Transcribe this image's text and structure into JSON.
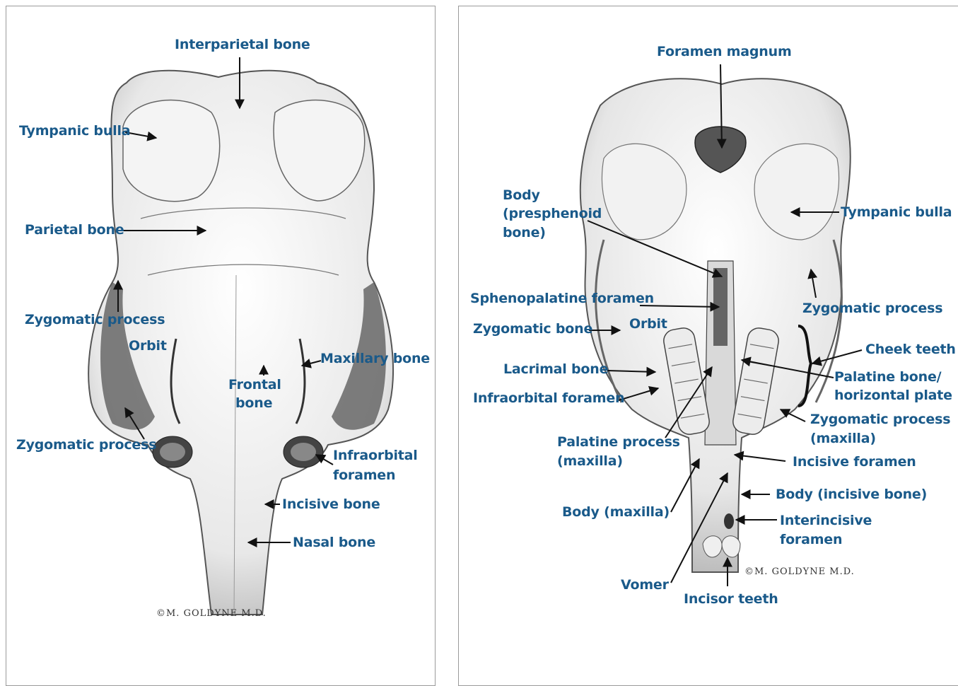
{
  "left_panel": {
    "labels": {
      "interparietal_bone": "Interparietal bone",
      "tympanic_bulla": "Tympanic bulla",
      "parietal_bone": "Parietal bone",
      "zygomatic_process_upper": "Zygomatic process",
      "orbit": "Orbit",
      "maxillary_bone": "Maxillary bone",
      "frontal_bone_line1": "Frontal",
      "frontal_bone_line2": "bone",
      "zygomatic_process_lower": "Zygomatic process",
      "infraorbital_foramen_line1": "Infraorbital",
      "infraorbital_foramen_line2": "foramen",
      "incisive_bone": "Incisive bone",
      "nasal_bone": "Nasal bone"
    },
    "signature": "©M. GOLDYNE M.D."
  },
  "right_panel": {
    "labels": {
      "foramen_magnum": "Foramen magnum",
      "body_presphenoid_line1": "Body",
      "body_presphenoid_line2": "(presphenoid",
      "body_presphenoid_line3": "bone)",
      "tympanic_bulla": "Tympanic bulla",
      "sphenopalatine_foramen": "Sphenopalatine foramen",
      "zygomatic_process": "Zygomatic process",
      "zygomatic_bone": "Zygomatic bone",
      "orbit": "Orbit",
      "cheek_teeth": "Cheek teeth",
      "lacrimal_bone": "Lacrimal bone",
      "palatine_bone_line1": "Palatine bone/",
      "palatine_bone_line2": "horizontal plate",
      "infraorbital_foramen": "Infraorbital foramen",
      "zygomatic_process_maxilla_line1": "Zygomatic process",
      "zygomatic_process_maxilla_line2": "(maxilla)",
      "palatine_process_line1": "Palatine process",
      "palatine_process_line2": "(maxilla)",
      "incisive_foramen": "Incisive foramen",
      "body_incisive_bone": "Body (incisive bone)",
      "body_maxilla": "Body (maxilla)",
      "interincisive_line1": "Interincisive",
      "interincisive_line2": "foramen",
      "vomer": "Vomer",
      "incisor_teeth": "Incisor teeth"
    },
    "signature": "©M. GOLDYNE M.D."
  },
  "colors": {
    "label": "#1a5a8a",
    "arrow": "#111111",
    "panel_border": "#9a9a9a"
  }
}
